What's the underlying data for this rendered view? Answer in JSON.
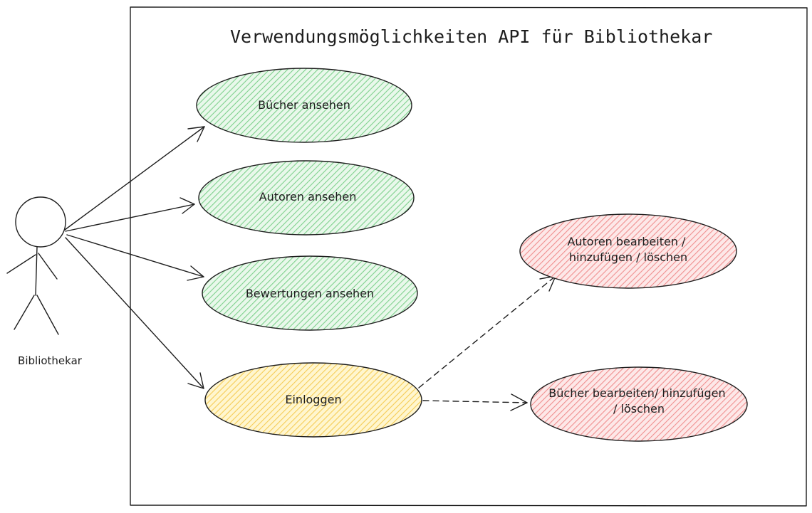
{
  "system": {
    "title": "Verwendungsmöglichkeiten API für Bibliothekar"
  },
  "actor": {
    "label": "Bibliothekar"
  },
  "use_cases": [
    {
      "id": "buecher-ansehen",
      "lines": [
        "Bücher ansehen"
      ],
      "fill": "#b2f2bb"
    },
    {
      "id": "autoren-ansehen",
      "lines": [
        "Autoren ansehen"
      ],
      "fill": "#b2f2bb"
    },
    {
      "id": "bewertungen-ansehen",
      "lines": [
        "Bewertungen ansehen"
      ],
      "fill": "#b2f2bb"
    },
    {
      "id": "einloggen",
      "lines": [
        "Einloggen"
      ],
      "fill": "#ffec99"
    },
    {
      "id": "autoren-bearbeiten",
      "lines": [
        "Autoren bearbeiten /",
        "hinzufügen / löschen"
      ],
      "fill": "#ffc9c9"
    },
    {
      "id": "buecher-bearbeiten",
      "lines": [
        "Bücher bearbeiten/ hinzufügen",
        "/ löschen"
      ],
      "fill": "#ffc9c9"
    }
  ],
  "colors": {
    "stroke": "#1e1e1e",
    "green_fill": "#b2f2bb",
    "yellow_fill": "#ffec99",
    "red_fill": "#ffc9c9"
  }
}
